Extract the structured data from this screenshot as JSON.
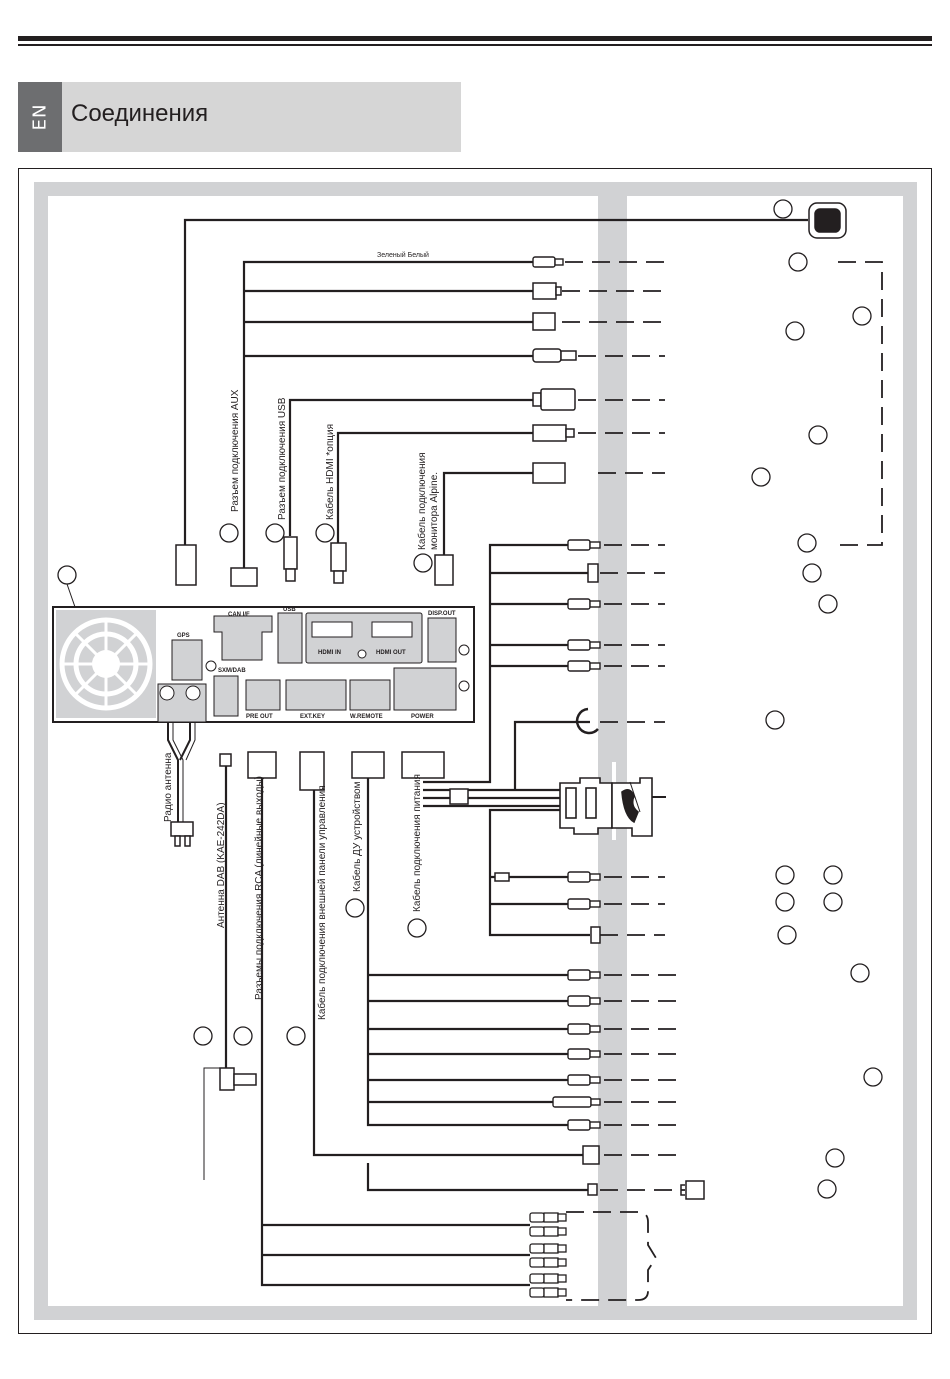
{
  "header": {
    "lang": "EN",
    "title": "Соединения"
  },
  "wire_note": "Зеленый Белый",
  "labels": {
    "aux": "Разъем подключения AUX",
    "usb": "Разъем подключения USB",
    "hdmi": "Кабель HDMI *опция",
    "monitor_line1": "Кабель подключения",
    "monitor_line2": "монитора Alpine.",
    "radio_antenna": "Радио антенна",
    "dab_antenna": "Антенна DAB (KAE-242DA)",
    "rca": "Разъемы подключения RCA (линейные выходы)",
    "ext_panel": "Кабель подключения внешней панели управления",
    "remote": "Кабель ДУ устройством",
    "power_cable": "Кабель подключения питания"
  },
  "panel_ports": {
    "gps": "GPS",
    "can": "CAN I/F",
    "usb": "USB",
    "sxm": "SXM/DAB",
    "hdmi_in": "HDMI IN",
    "hdmi_out": "HDMI OUT",
    "disp_out": "DISP.OUT",
    "pre_out": "PRE OUT",
    "ext_key": "EXT.KEY",
    "w_remote": "W.REMOTE",
    "power": "POWER"
  }
}
